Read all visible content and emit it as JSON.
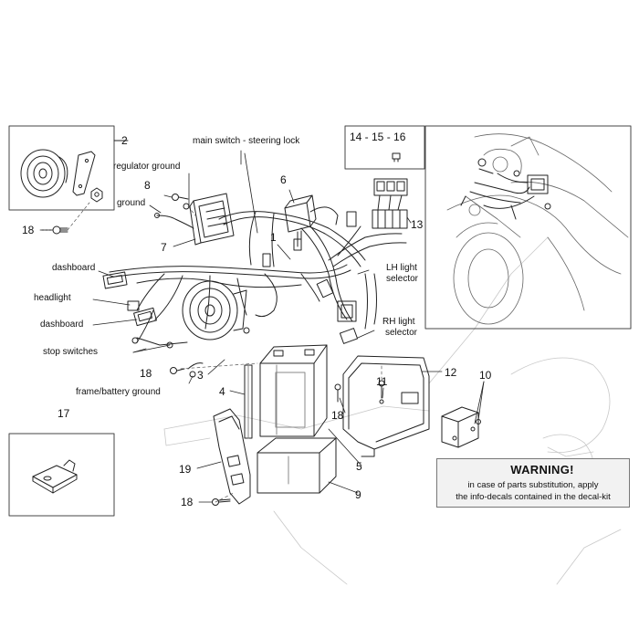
{
  "callouts": {
    "n1": "1",
    "n2": "2",
    "n3": "3",
    "n4": "4",
    "n5": "5",
    "n6": "6",
    "n7": "7",
    "n8": "8",
    "n9": "9",
    "n10": "10",
    "n11": "11",
    "n12": "12",
    "n13": "13",
    "n14_16": "14 - 15 - 16",
    "n17": "17",
    "n18a": "18",
    "n18b": "18",
    "n18c": "18",
    "n18d": "18",
    "n19": "19"
  },
  "labels": {
    "main_switch": "main switch - steering lock",
    "regulator_ground": "regulator ground",
    "ground": "ground",
    "dashboard_1": "dashboard",
    "headlight": "headlight",
    "dashboard_2": "dashboard",
    "stop_switches": "stop switches",
    "frame_battery_ground": "frame/battery ground",
    "lh_light_1": "LH light",
    "lh_light_2": "selector",
    "rh_light_1": "RH light",
    "rh_light_2": "selector"
  },
  "warning": {
    "title": "WARNING!",
    "line1": "in case of parts substitution, apply",
    "line2": "the info-decals contained in the decal-kit"
  },
  "colors": {
    "line": "#222222",
    "faint": "#bbbbbb",
    "warning_bg": "#f2f2f2"
  }
}
